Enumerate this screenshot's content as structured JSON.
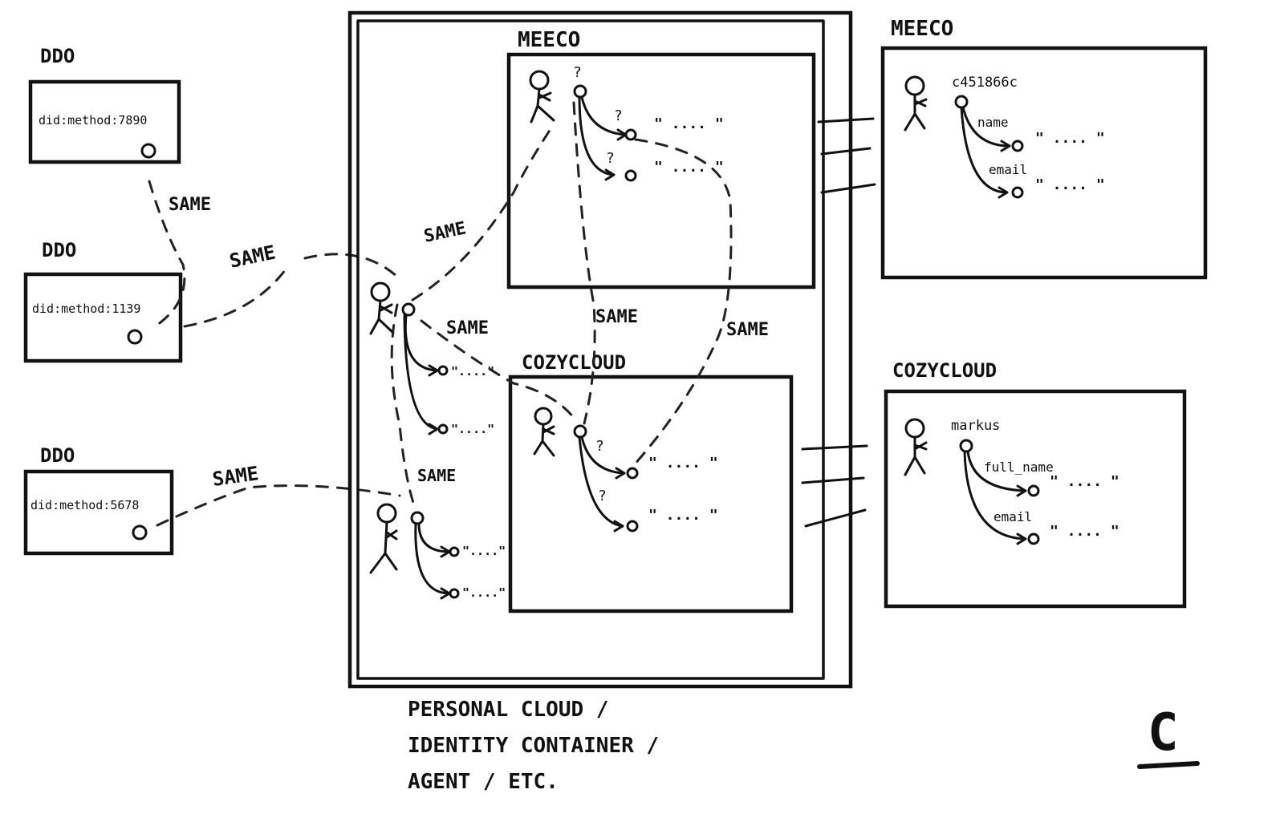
{
  "ddos": [
    {
      "title": "DDO",
      "did": "did:method:7890"
    },
    {
      "title": "DDO",
      "did": "did:method:1139"
    },
    {
      "title": "DDO",
      "did": "did:method:5678"
    }
  ],
  "same_label": "SAME",
  "center": {
    "meeco_title": "MEECO",
    "cozycloud_title": "COZYCLOUD",
    "caption_lines": [
      "PERSONAL CLOUD /",
      "IDENTITY CONTAINER /",
      "AGENT / ETC."
    ]
  },
  "right": {
    "meeco": {
      "title": "MEECO",
      "id": "c451866c",
      "fields": [
        "name",
        "email"
      ]
    },
    "cozycloud": {
      "title": "COZYCLOUD",
      "id": "markus",
      "fields": [
        "full_name",
        "email"
      ]
    }
  },
  "symbols": {
    "unknown": "?",
    "value": "\" .... \"",
    "value_short": "\"....\""
  },
  "corner_mark": "C"
}
